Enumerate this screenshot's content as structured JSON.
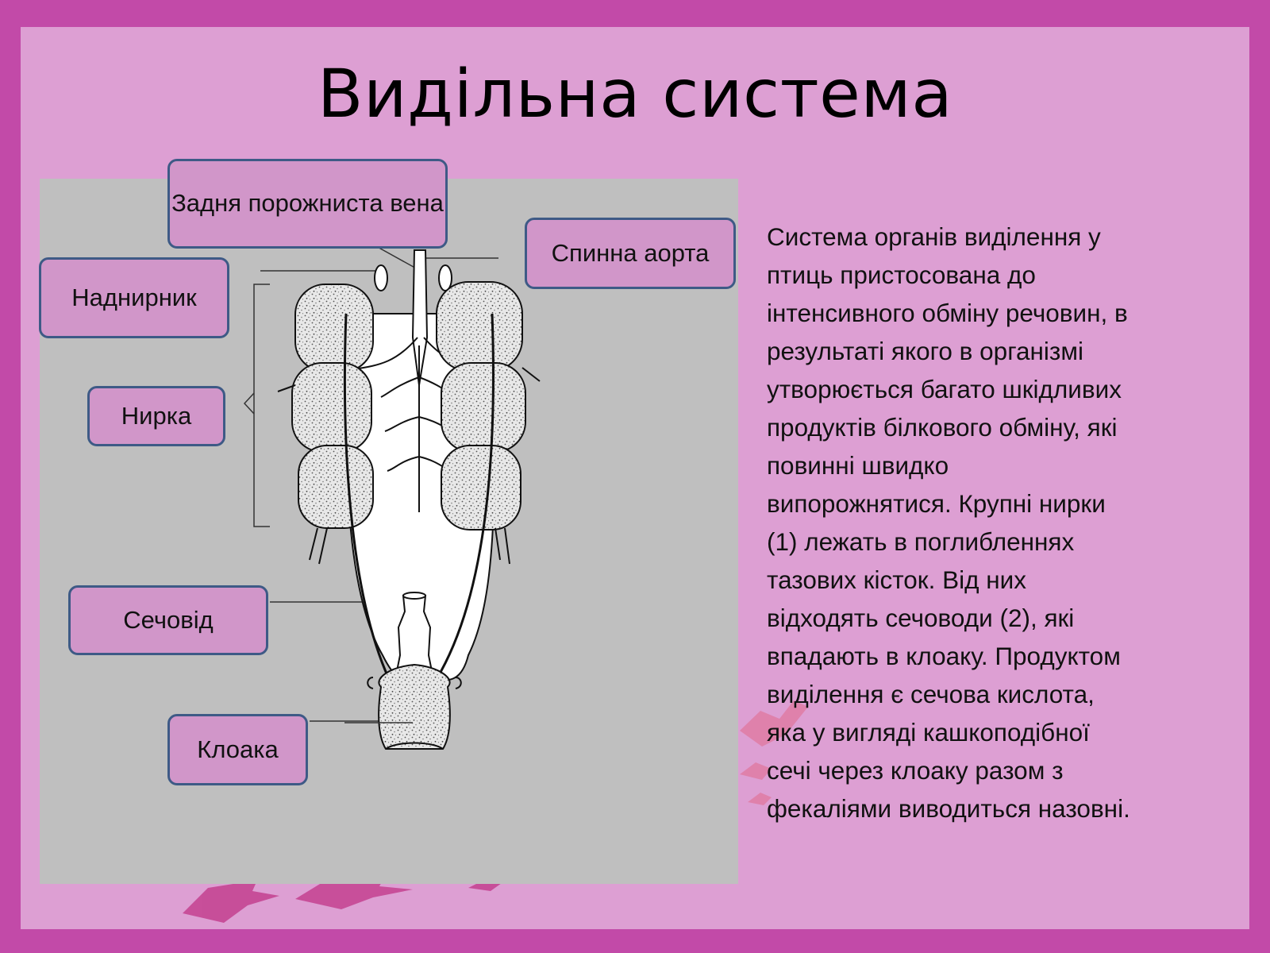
{
  "slide": {
    "title": "Видільна система",
    "labels": {
      "vena": "Задня порожниста вена",
      "aorta": "Спинна аорта",
      "adrenal": "Наднирник",
      "kidney": "Нирка",
      "ureter": "Сечовід",
      "cloaca": "Клоака"
    },
    "body_text": "Система органів виділення у\nптиць пристосована до\nінтенсивного обміну речовин, в\nрезультаті якого в організмі\nутворюється багато шкідливих\nпродуктів білкового обміну, які\nповинні швидко\nвипорожнятися. Крупні нирки\n(1) лежать в поглибленнях\nтазових кісток. Від них\nвідходять сечоводи (2), які\nвпадають в клоаку. Продуктом\nвиділення  є сечова кислота,\nяка у вигляді кашкоподібної\nсечі через клоаку разом з\nфекаліями виводиться назовні."
  },
  "colors": {
    "frame": "#c24aa8",
    "slide_background": "#dd9fd3",
    "figure_background": "#bfbfbf",
    "label_fill": "#d196c9",
    "label_border": "#3e5a86",
    "bird_silhouettes": "#c4418f"
  }
}
